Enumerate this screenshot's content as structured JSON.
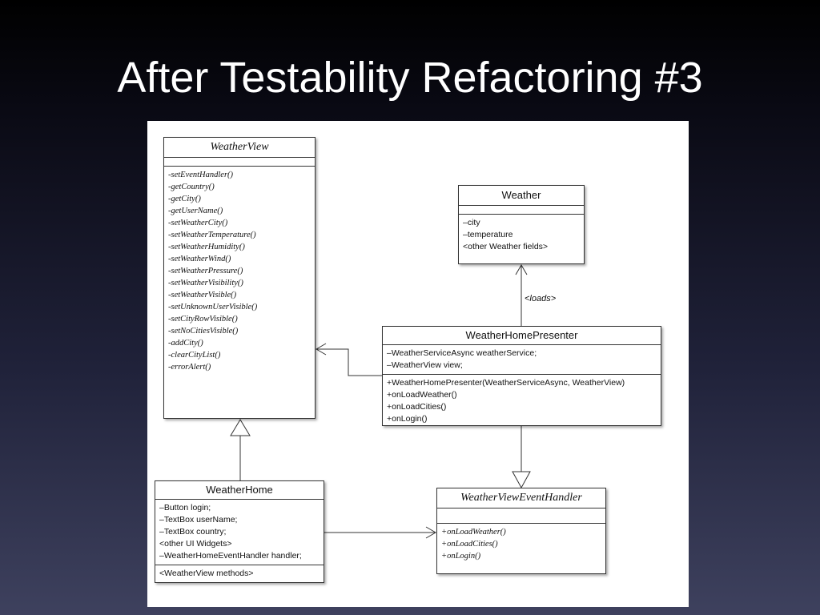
{
  "title": "After Testability Refactoring #3",
  "classes": {
    "weather_view": {
      "name": "WeatherView",
      "operations": [
        "-setEventHandler()",
        "-getCountry()",
        "-getCity()",
        "-getUserName()",
        "-setWeatherCity()",
        "-setWeatherTemperature()",
        "-setWeatherHumidity()",
        "-setWeatherWind()",
        "-setWeatherPressure()",
        "-setWeatherVisibility()",
        "-setWeatherVisible()",
        "-setUnknownUserVisible()",
        "-setCityRowVisible()",
        "-setNoCitiesVisible()",
        "-addCity()",
        "-clearCityList()",
        "-errorAlert()"
      ]
    },
    "weather": {
      "name": "Weather",
      "attributes": [
        "–city",
        "–temperature",
        "<other Weather fields>"
      ]
    },
    "weather_home_presenter": {
      "name": "WeatherHomePresenter",
      "attributes": [
        "–WeatherServiceAsync weatherService;",
        "–WeatherView view;"
      ],
      "operations": [
        "+WeatherHomePresenter(WeatherServiceAsync, WeatherView)",
        "+onLoadWeather()",
        "+onLoadCities()",
        "+onLogin()"
      ]
    },
    "weather_home": {
      "name": "WeatherHome",
      "attributes": [
        "–Button login;",
        "–TextBox userName;",
        "–TextBox country;",
        "<other UI Widgets>",
        "–WeatherHomeEventHandler handler;"
      ],
      "operations": [
        "<WeatherView methods>"
      ]
    },
    "weather_view_event_handler": {
      "name": "WeatherViewEventHandler",
      "operations": [
        "+onLoadWeather()",
        "+onLoadCities()",
        "+onLogin()"
      ]
    }
  },
  "relations": {
    "loads_label": "<loads>"
  }
}
